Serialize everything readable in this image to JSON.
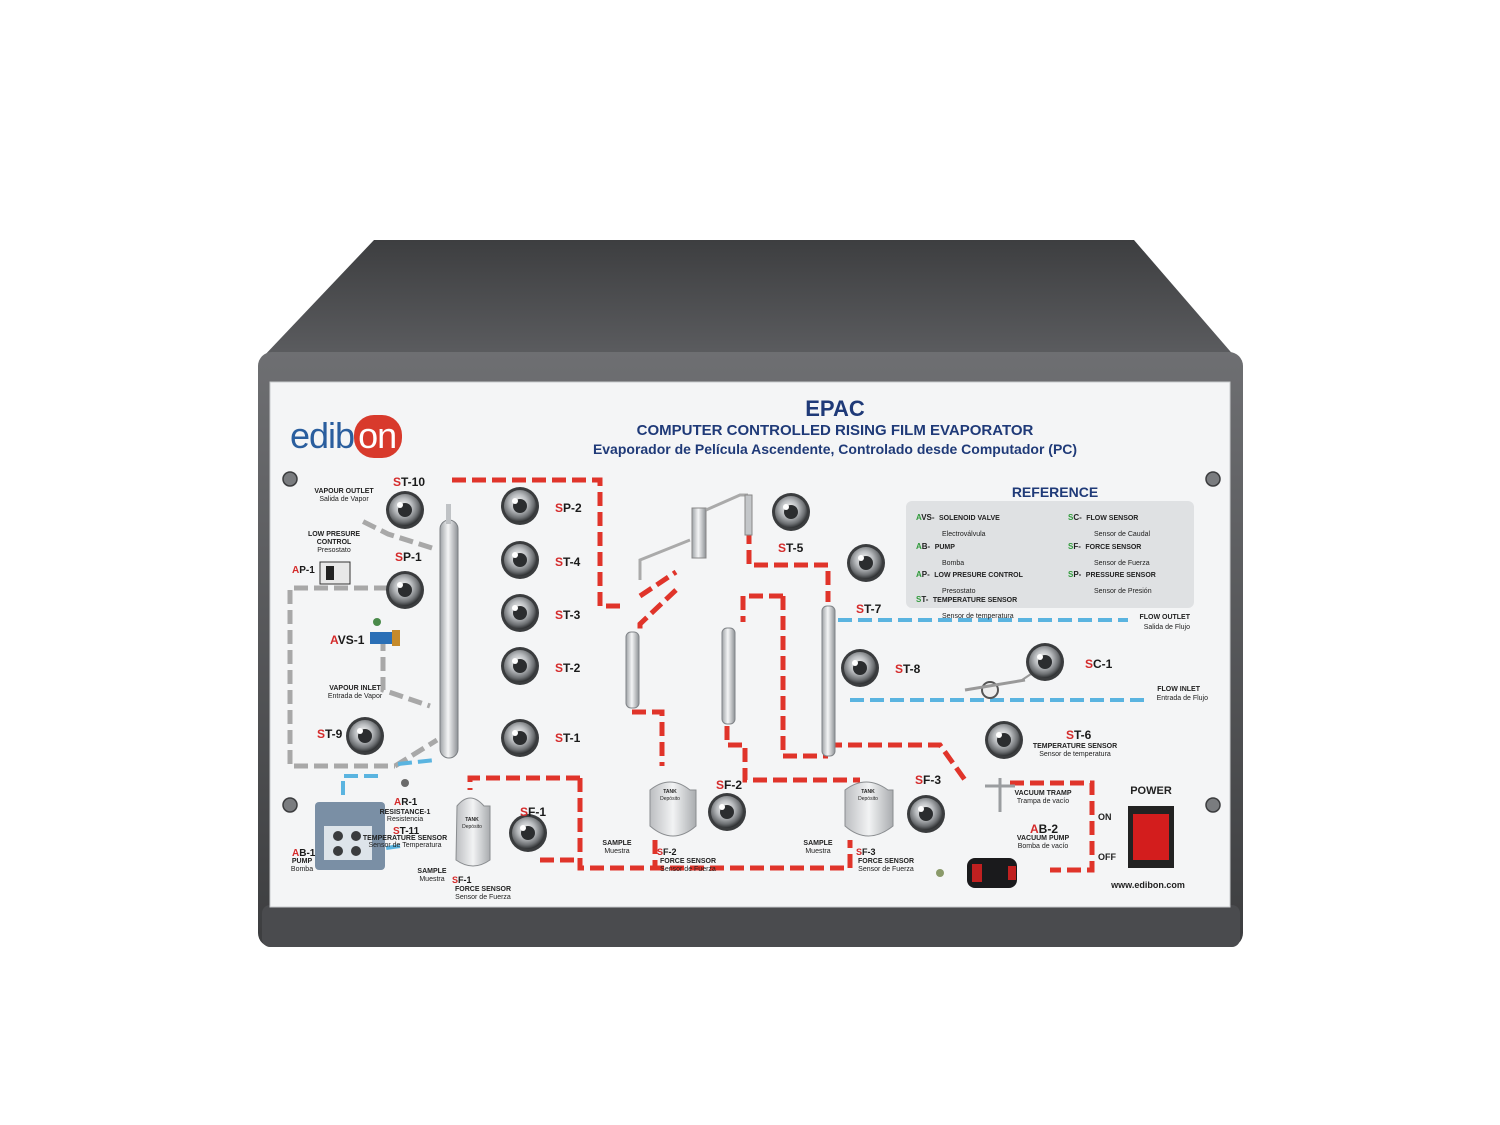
{
  "panel": {
    "title": "EPAC",
    "subtitle_en": "COMPUTER CONTROLLED RISING FILM EVAPORATOR",
    "subtitle_es": "Evaporador de Película Ascendente, Controlado desde Computador (PC)",
    "brand": "edibon",
    "brand_part1": "edib",
    "brand_part2": "on",
    "website": "www.edibon.com"
  },
  "reference": {
    "title": "REFERENCE",
    "items": [
      {
        "prefix": "A",
        "rest": "VS-",
        "name": "SOLENOID VALVE",
        "es": "Electroválvula"
      },
      {
        "prefix": "A",
        "rest": "B-",
        "name": "PUMP",
        "es": "Bomba"
      },
      {
        "prefix": "A",
        "rest": "P-",
        "name": "LOW PRESURE CONTROL",
        "es": "Presostato"
      },
      {
        "prefix": "S",
        "rest": "T-",
        "name": "TEMPERATURE SENSOR",
        "es": "Sensor de temperatura"
      },
      {
        "prefix": "S",
        "rest": "C-",
        "name": "FLOW SENSOR",
        "es": "Sensor de Caudal"
      },
      {
        "prefix": "S",
        "rest": "F-",
        "name": "FORCE SENSOR",
        "es": "Sensor de Fuerza"
      },
      {
        "prefix": "S",
        "rest": "P-",
        "name": "PRESSURE SENSOR",
        "es": "Sensor de Presión"
      }
    ]
  },
  "sensors": {
    "st10": {
      "p": "S",
      "r": "T-10"
    },
    "sp1": {
      "p": "S",
      "r": "P-1"
    },
    "sp2": {
      "p": "S",
      "r": "P-2"
    },
    "st4": {
      "p": "S",
      "r": "T-4"
    },
    "st3": {
      "p": "S",
      "r": "T-3"
    },
    "st2": {
      "p": "S",
      "r": "T-2"
    },
    "st1": {
      "p": "S",
      "r": "T-1"
    },
    "st5": {
      "p": "S",
      "r": "T-5"
    },
    "st7": {
      "p": "S",
      "r": "T-7"
    },
    "st8": {
      "p": "S",
      "r": "T-8"
    },
    "sc1": {
      "p": "S",
      "r": "C-1"
    },
    "st6": {
      "p": "S",
      "r": "T-6"
    },
    "st9": {
      "p": "S",
      "r": "T-9"
    },
    "sf1": {
      "p": "S",
      "r": "F-1"
    },
    "sf2": {
      "p": "S",
      "r": "F-2"
    },
    "sf3": {
      "p": "S",
      "r": "F-3"
    },
    "st11": {
      "p": "S",
      "r": "T-11"
    },
    "ap1": {
      "p": "A",
      "r": "P-1"
    },
    "avs1": {
      "p": "A",
      "r": "VS-1"
    },
    "ar1": {
      "p": "A",
      "r": "R-1"
    },
    "ab1": {
      "p": "A",
      "r": "B-1"
    },
    "ab2": {
      "p": "A",
      "r": "B-2"
    }
  },
  "labels": {
    "vapour_outlet": "VAPOUR OUTLET",
    "vapour_outlet_es": "Salida de Vapor",
    "low_presure_control": "LOW PRESURE",
    "low_presure_control2": "CONTROL",
    "presostato": "Presostato",
    "vapour_inlet": "VAPOUR INLET",
    "vapour_inlet_es": "Entrada de Vapor",
    "resistance": "RESISTANCE-1",
    "resistance_es": "Resistencia",
    "temp_sensor": "TEMPERATURE SENSOR",
    "temp_sensor_es": "Sensor de Temperatura",
    "pump": "PUMP",
    "pump_es": "Bomba",
    "sample": "SAMPLE",
    "sample_es": "Muestra",
    "force_sensor": "FORCE SENSOR",
    "force_sensor_es": "Sensor de Fuerza",
    "tank": "TANK",
    "tank_es": "Depósito",
    "flow_outlet": "FLOW OUTLET",
    "flow_outlet_es": "Salida de Flujo",
    "flow_inlet": "FLOW  INLET",
    "flow_inlet_es": "Entrada de Flujo",
    "temp_sensor6": "TEMPERATURE SENSOR",
    "temp_sensor6_es": "Sensor de temperatura",
    "vacuum_tramp": "VACUUM TRAMP",
    "vacuum_tramp_es": "Trampa de vacío",
    "vacuum_pump": "VACUUM PUMP",
    "vacuum_pump_es": "Bomba de vacío",
    "power": "POWER",
    "on": "ON",
    "off": "OFF"
  },
  "colors": {
    "hot_line": "#e0342a",
    "cold_line": "#5ab4e0",
    "vapour_line": "#a8a8a8",
    "cabinet": "#4a4b4d",
    "panel": "#f4f5f6",
    "brand_red": "#d83a2c",
    "brand_blue": "#2a5e9e",
    "power_switch": "#d31d1d"
  }
}
